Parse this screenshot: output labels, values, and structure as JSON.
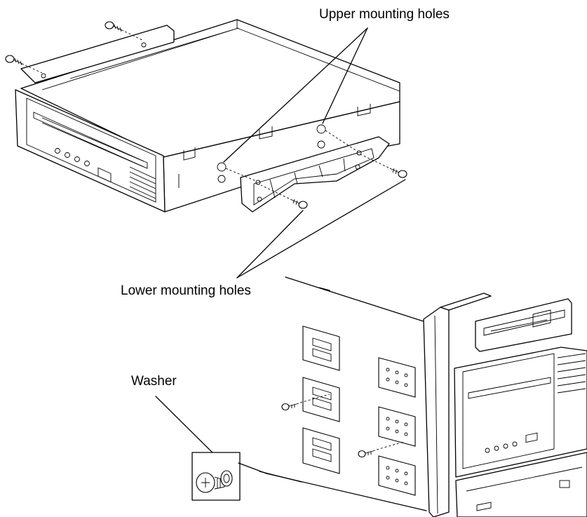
{
  "labels": {
    "upper_mounting_holes": "Upper mounting holes",
    "lower_mounting_holes": "Lower mounting holes",
    "washer": "Washer"
  }
}
